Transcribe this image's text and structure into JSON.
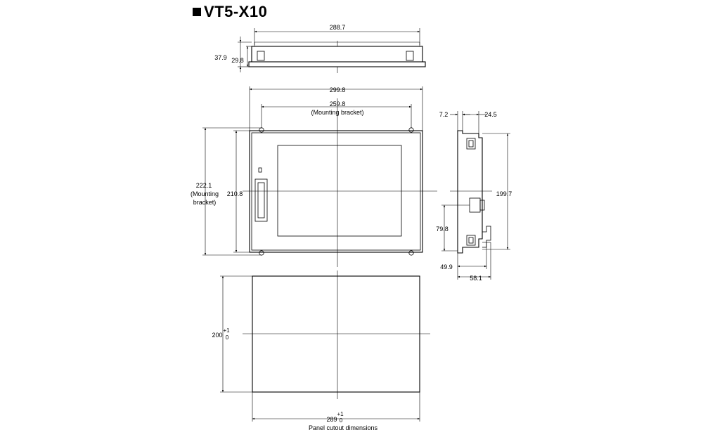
{
  "title": "VT5-X10",
  "top_view": {
    "width": "288.7",
    "depth_total": "37.9",
    "depth_body": "29.8"
  },
  "front_view": {
    "overall_width": "299.8",
    "bracket_span": "259.8",
    "bracket_span_note": "(Mounting bracket)",
    "height_bracket": "222.1",
    "height_bracket_note_1": "(Mounting",
    "height_bracket_note_2": "bracket)",
    "height": "210.8"
  },
  "side_view": {
    "front_thickness": "7.2",
    "body_depth": "24.5",
    "height": "199.7",
    "connector_height": "79.8",
    "depth_a": "49.9",
    "depth_b": "58.1"
  },
  "cutout": {
    "height": "200",
    "height_tol_upper": "+1",
    "height_tol_lower": "0",
    "width": "289",
    "width_tol_upper": "+1",
    "width_tol_lower": "0",
    "caption": "Panel cutout dimensions"
  }
}
